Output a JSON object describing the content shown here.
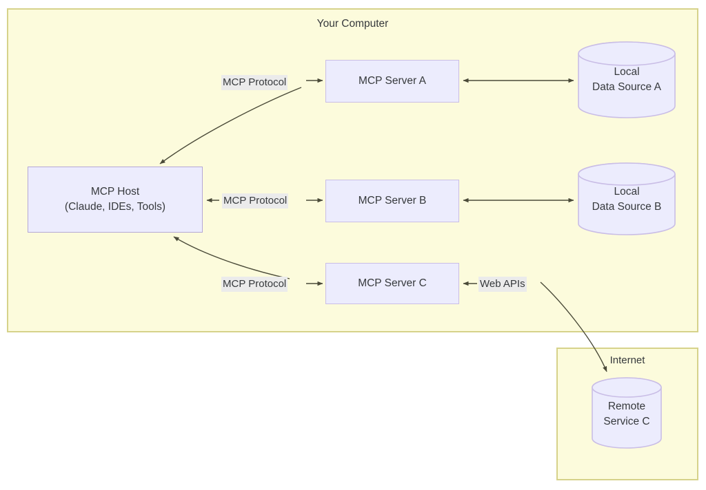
{
  "diagram": {
    "type": "architecture-flow",
    "containers": [
      {
        "id": "your-computer",
        "title": "Your Computer"
      },
      {
        "id": "internet",
        "title": "Internet"
      }
    ],
    "nodes": {
      "host": {
        "line1": "MCP Host",
        "line2": "(Claude, IDEs, Tools)"
      },
      "server_a": {
        "label": "MCP Server A"
      },
      "server_b": {
        "label": "MCP Server B"
      },
      "server_c": {
        "label": "MCP Server C"
      },
      "data_source_a": {
        "line1": "Local",
        "line2": "Data Source A"
      },
      "data_source_b": {
        "line1": "Local",
        "line2": "Data Source B"
      },
      "remote_service_c": {
        "line1": "Remote",
        "line2": "Service C"
      }
    },
    "edge_labels": {
      "proto_a": "MCP Protocol",
      "proto_b": "MCP Protocol",
      "proto_c": "MCP Protocol",
      "web_apis": "Web APIs"
    },
    "colors": {
      "container_fill": "#fcfbdc",
      "container_stroke": "#d6d28a",
      "node_fill": "#ececfd",
      "node_stroke": "#c9bde6",
      "host_stroke": "#b4a7d6",
      "edge_stroke": "#4a4a38",
      "label_chip": "#ebebeb",
      "text": "#36393c",
      "page_background": "#ffffff"
    }
  }
}
